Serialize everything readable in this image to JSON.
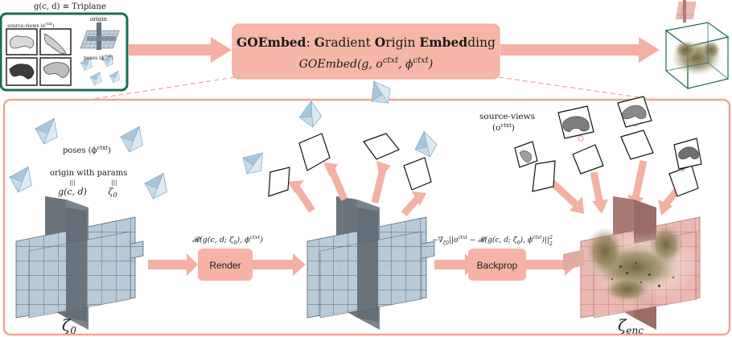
{
  "header": {
    "triplane_label": "g(c, d) ≡ Triplane",
    "source_views_small_label": "source-views (o",
    "source_views_small_sup": "ctxt",
    "origin_small_label": "origin",
    "poses_small_label": "poses (ϕ",
    "poses_small_sup": "ctxt"
  },
  "title_box": {
    "title_parts": [
      {
        "text": "GOEmbed",
        "bold": true
      },
      {
        "text": ": ",
        "bold": false
      },
      {
        "text": "G",
        "bold": true
      },
      {
        "text": "radient ",
        "bold": false
      },
      {
        "text": "O",
        "bold": true
      },
      {
        "text": "rigin ",
        "bold": false
      },
      {
        "text": "Embed",
        "bold": true
      },
      {
        "text": "ding",
        "bold": false
      }
    ],
    "formula_main": "GOEmbed(g, o",
    "formula_sup1": "ctxt",
    "formula_mid": ", ϕ",
    "formula_sup2": "ctxt",
    "formula_end": ")"
  },
  "panel": {
    "poses_label": "poses (ϕ",
    "poses_sup": "ctxt",
    "origin_params_label": "origin with params",
    "eq_symbol": "|||",
    "g_label": "g(c, d)",
    "zeta0_label": "ζ",
    "zeta0_sub": "0",
    "render_formula": "𝓡(g(c, d; ζ",
    "render_formula_sub": "0",
    "render_formula_tail": "), ϕ",
    "render_formula_sup": "ctxt",
    "render_button": "Render",
    "backprop_formula": "−∇",
    "backprop_formula_sub": "ζ0",
    "backprop_formula_mid": "||o",
    "backprop_formula_sup": "ctxt",
    "backprop_formula_tail": " − 𝓡(g(c, d; ζ",
    "backprop_formula_sub2": "0",
    "backprop_formula_tail2": "), ϕ",
    "backprop_formula_sup2": "ctxt",
    "backprop_formula_end": ")||",
    "backprop_formula_norm_sup": "2",
    "backprop_formula_norm_sub": "2",
    "backprop_button": "Backprop",
    "source_views_label": "source-views",
    "source_views_paren": "(o",
    "source_views_sup": "ctxt",
    "zeta0_bottom": "ζ",
    "zeta0_bottom_sub": "0",
    "zeta_enc": "ζ",
    "zeta_enc_sub": "enc"
  },
  "colors": {
    "salmon": "#f6b3a5",
    "salmon_dark": "#f2a493",
    "salmon_box": "#f7c3b8",
    "teal_border": "#1b6b5a",
    "grid_blue": "#b6c8d6",
    "grid_line": "#5d6f80",
    "plane_gray": "#6b747c",
    "camera_blue": "#a9c9df",
    "enc_pink": "#e9b3ad"
  }
}
